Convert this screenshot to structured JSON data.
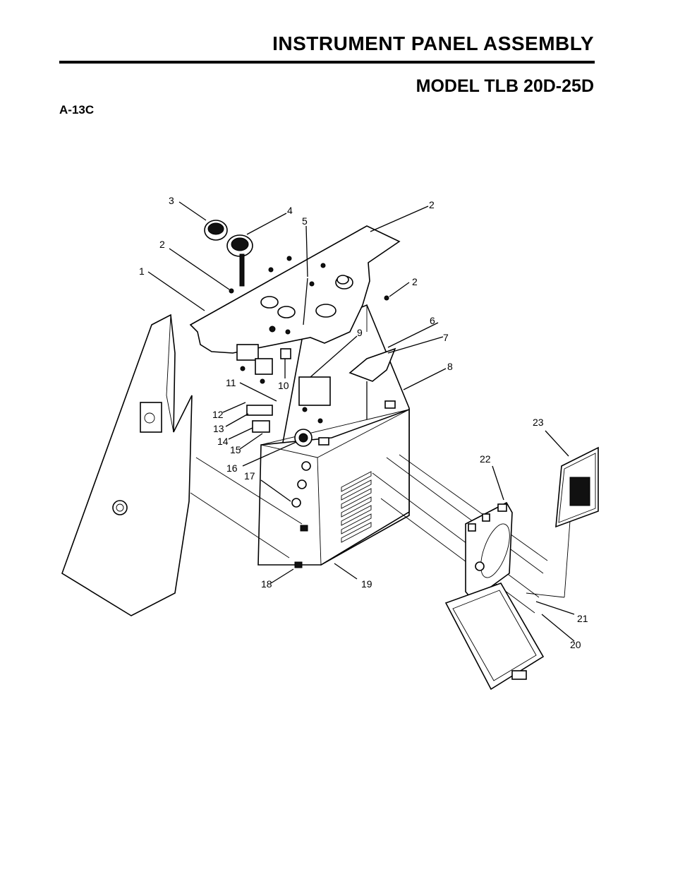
{
  "header": {
    "title": "INSTRUMENT PANEL ASSEMBLY",
    "model": "MODEL TLB 20D-25D",
    "figure_code": "A-13C"
  },
  "callouts": [
    "1",
    "2",
    "2",
    "2",
    "3",
    "4",
    "5",
    "6",
    "7",
    "8",
    "9",
    "10",
    "11",
    "12",
    "13",
    "14",
    "15",
    "16",
    "17",
    "18",
    "19",
    "20",
    "21",
    "22",
    "23"
  ]
}
